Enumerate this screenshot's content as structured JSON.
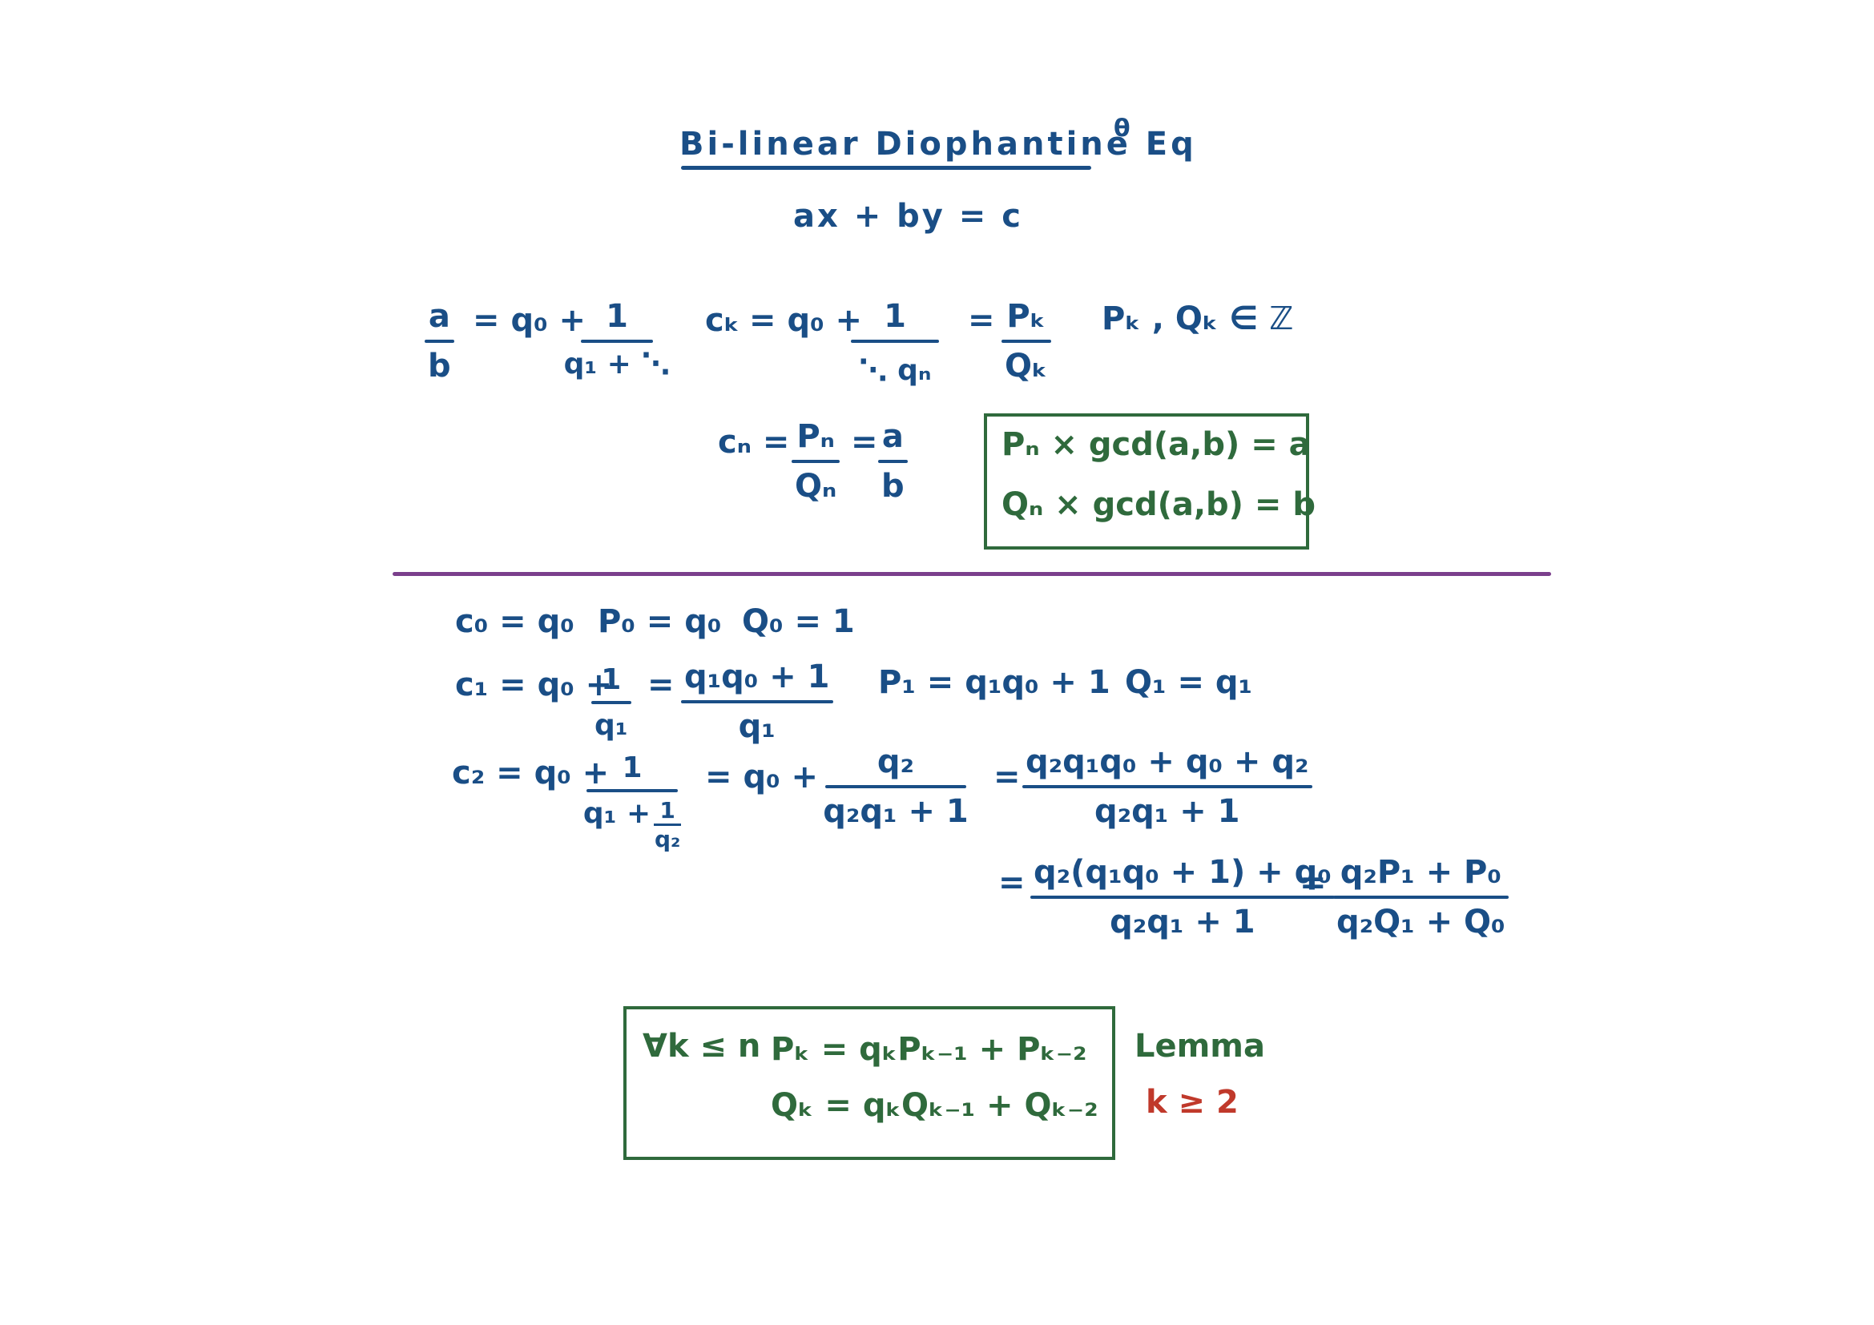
{
  "title": "Bi-linear Diophantine Eq",
  "title_sup": "θ",
  "equation": "ax + by = c",
  "cf": {
    "a_over_b_num": "a",
    "a_over_b_den": "b",
    "eq_q0_plus": "= q₀ +",
    "one": "1",
    "den1": "q₁ + ⋱",
    "ck_label": "cₖ",
    "ck_eq": "= q₀ +",
    "ck_den": "⋱ qₙ",
    "equals": "=",
    "pk": "Pₖ",
    "qk": "Qₖ",
    "pq_in_z": "Pₖ , Qₖ ∈ ℤ"
  },
  "cn": {
    "label": "cₙ =",
    "num": "Pₙ",
    "den": "Qₙ",
    "equals": "=",
    "a": "a",
    "b": "b"
  },
  "gcd_box": {
    "line1": "Pₙ × gcd(a,b) = a",
    "line2": "Qₙ × gcd(a,b) = b"
  },
  "base": {
    "c0": "c₀ = q₀",
    "p0": "P₀ = q₀",
    "q0": "Q₀ = 1"
  },
  "c1": {
    "label": "c₁ = q₀ +",
    "one": "1",
    "q1": "q₁",
    "equals": "=",
    "num": "q₁q₀ + 1",
    "den": "q₁",
    "p1": "P₁ = q₁q₀ + 1",
    "q1_def": "Q₁ = q₁"
  },
  "c2": {
    "label": "c₂ = q₀ +",
    "one": "1",
    "den_main": "q₁ +",
    "den_one": "1",
    "den_q2": "q₂",
    "eq_q0_plus": "= q₀ +",
    "num2": "q₂",
    "den2": "q₂q₁ + 1",
    "equals": "=",
    "num3": "q₂q₁q₀ + q₀ + q₂",
    "den3": "q₂q₁ + 1"
  },
  "c2b": {
    "equals": "=",
    "num": "q₂(q₁q₀ + 1) + q₀",
    "den": "q₂q₁ + 1",
    "equals2": "=",
    "num2": "q₂P₁ + P₀",
    "den2": "q₂Q₁ + Q₀"
  },
  "lemma_box": {
    "forall": "∀k ≤ n",
    "line1": "Pₖ = qₖPₖ₋₁ + Pₖ₋₂",
    "line2": "Qₖ = qₖQₖ₋₁ + Qₖ₋₂"
  },
  "lemma_label": "Lemma",
  "condition": "k ≥ 2",
  "colors": {
    "ink_blue": "#1a4e86",
    "ink_green": "#2f6a3c",
    "ink_red": "#c0392b",
    "divider": "#7b3f8c"
  }
}
